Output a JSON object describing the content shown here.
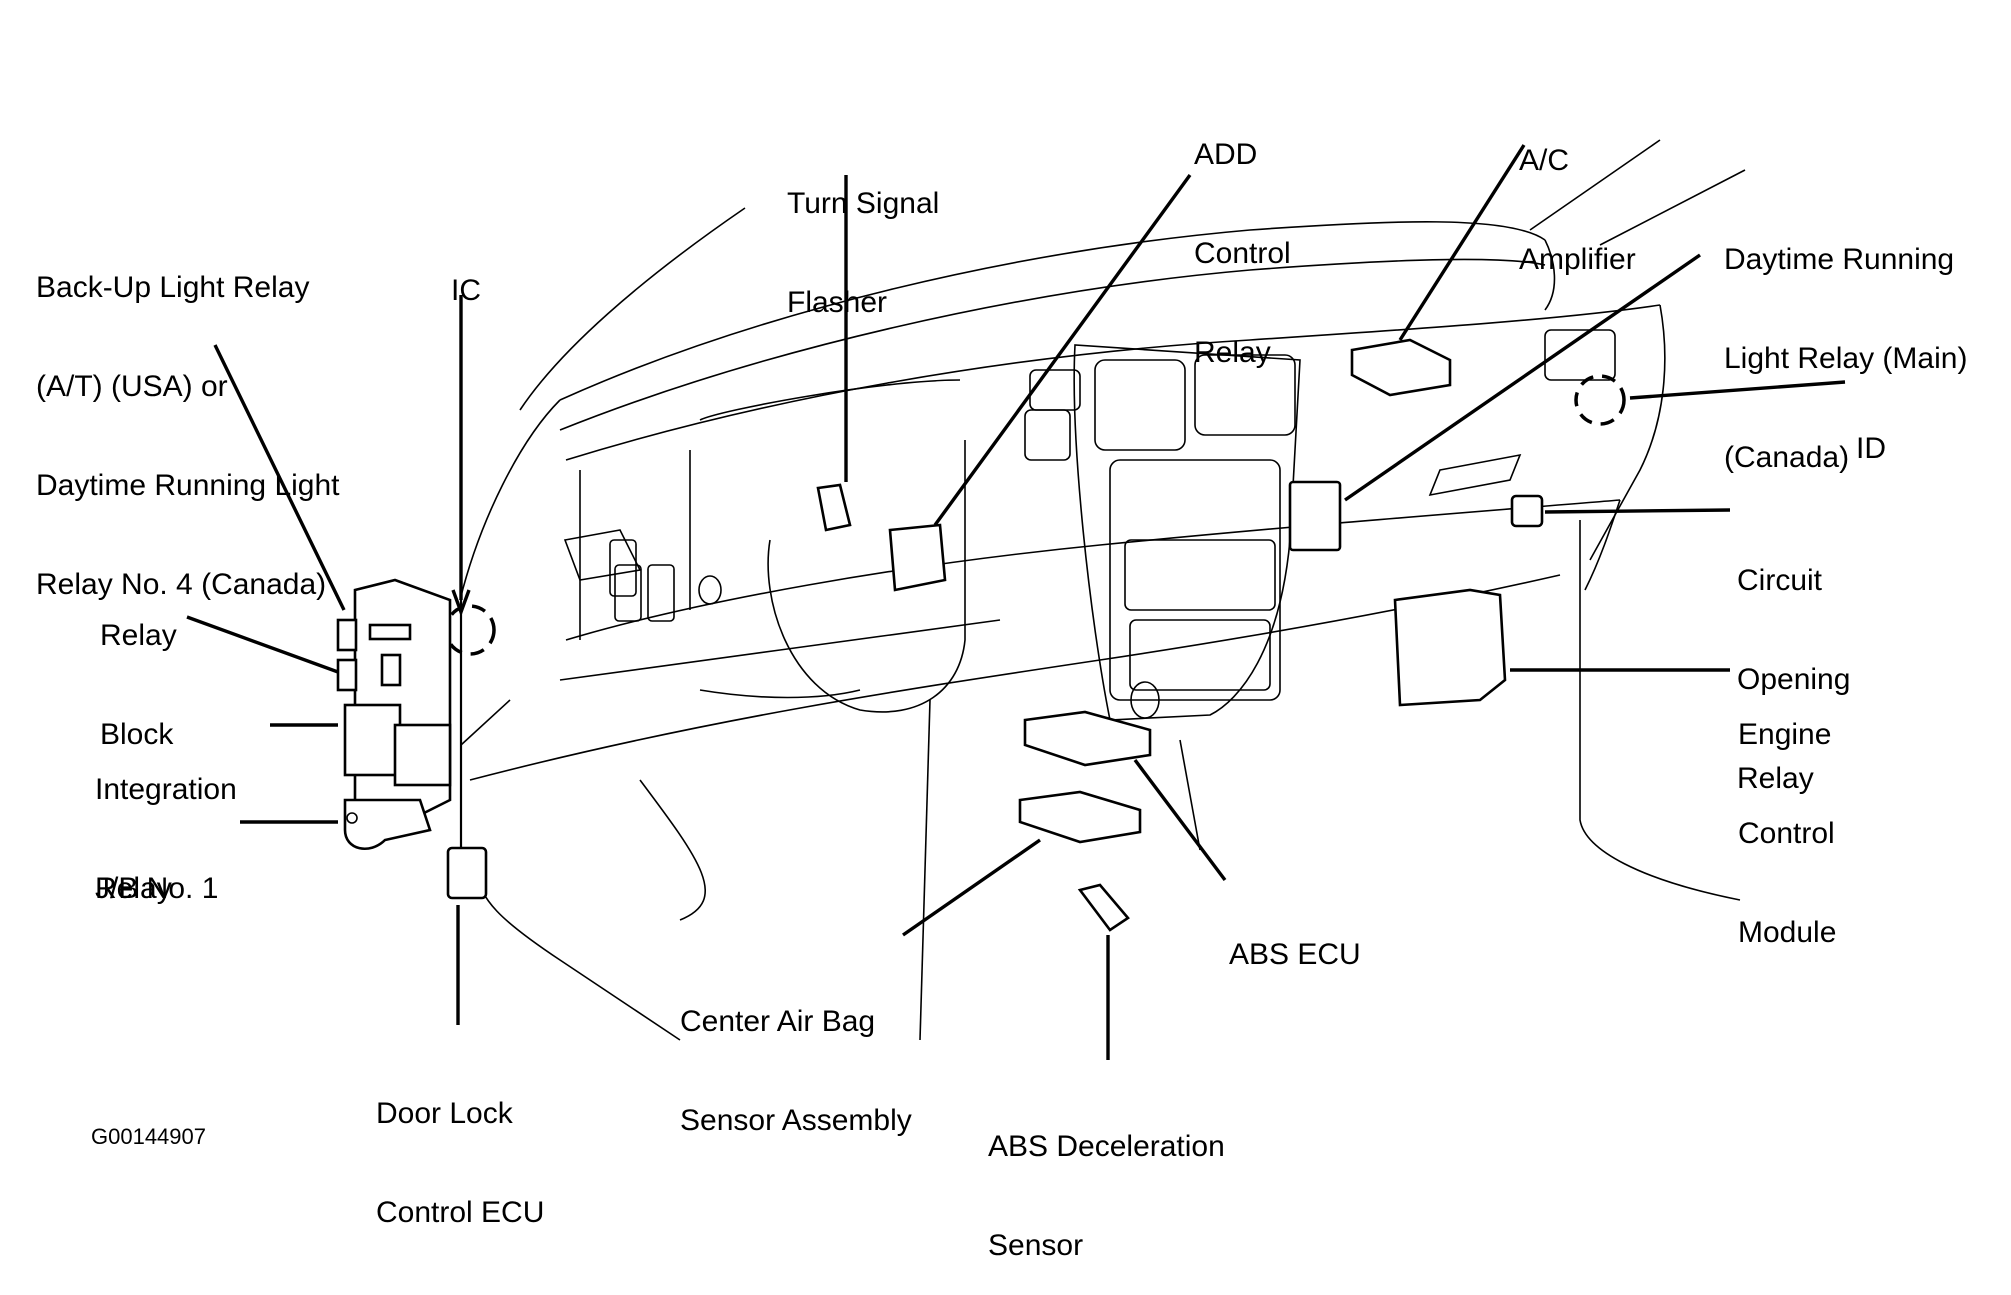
{
  "figure_id": "G00144907",
  "labels": {
    "backup_light_relay": [
      "Back-Up Light Relay",
      "(A/T) (USA) or",
      "Daytime Running Light",
      "Relay No. 4 (Canada)"
    ],
    "ic": [
      "IC"
    ],
    "turn_signal_flasher": [
      "Turn Signal",
      "Flasher"
    ],
    "add_control_relay": [
      "ADD",
      "Control",
      "Relay"
    ],
    "ac_amplifier": [
      "A/C",
      "Amplifier"
    ],
    "drl_relay_main": [
      "Daytime Running",
      "Light Relay (Main)",
      "(Canada)"
    ],
    "id": [
      "ID"
    ],
    "relay_block": [
      "Relay",
      "Block"
    ],
    "integration_relay": [
      "Integration",
      "Relay"
    ],
    "jb_no1": [
      "J/B No. 1"
    ],
    "circuit_opening_relay": [
      "Circuit",
      "Opening",
      "Relay"
    ],
    "engine_control_module": [
      "Engine",
      "Control",
      "Module"
    ],
    "abs_ecu": [
      "ABS ECU"
    ],
    "center_air_bag_sensor": [
      "Center Air Bag",
      "Sensor Assembly"
    ],
    "door_lock_control_ecu": [
      "Door Lock",
      "Control ECU"
    ],
    "abs_deceleration_sensor": [
      "ABS Deceleration",
      "Sensor"
    ]
  }
}
